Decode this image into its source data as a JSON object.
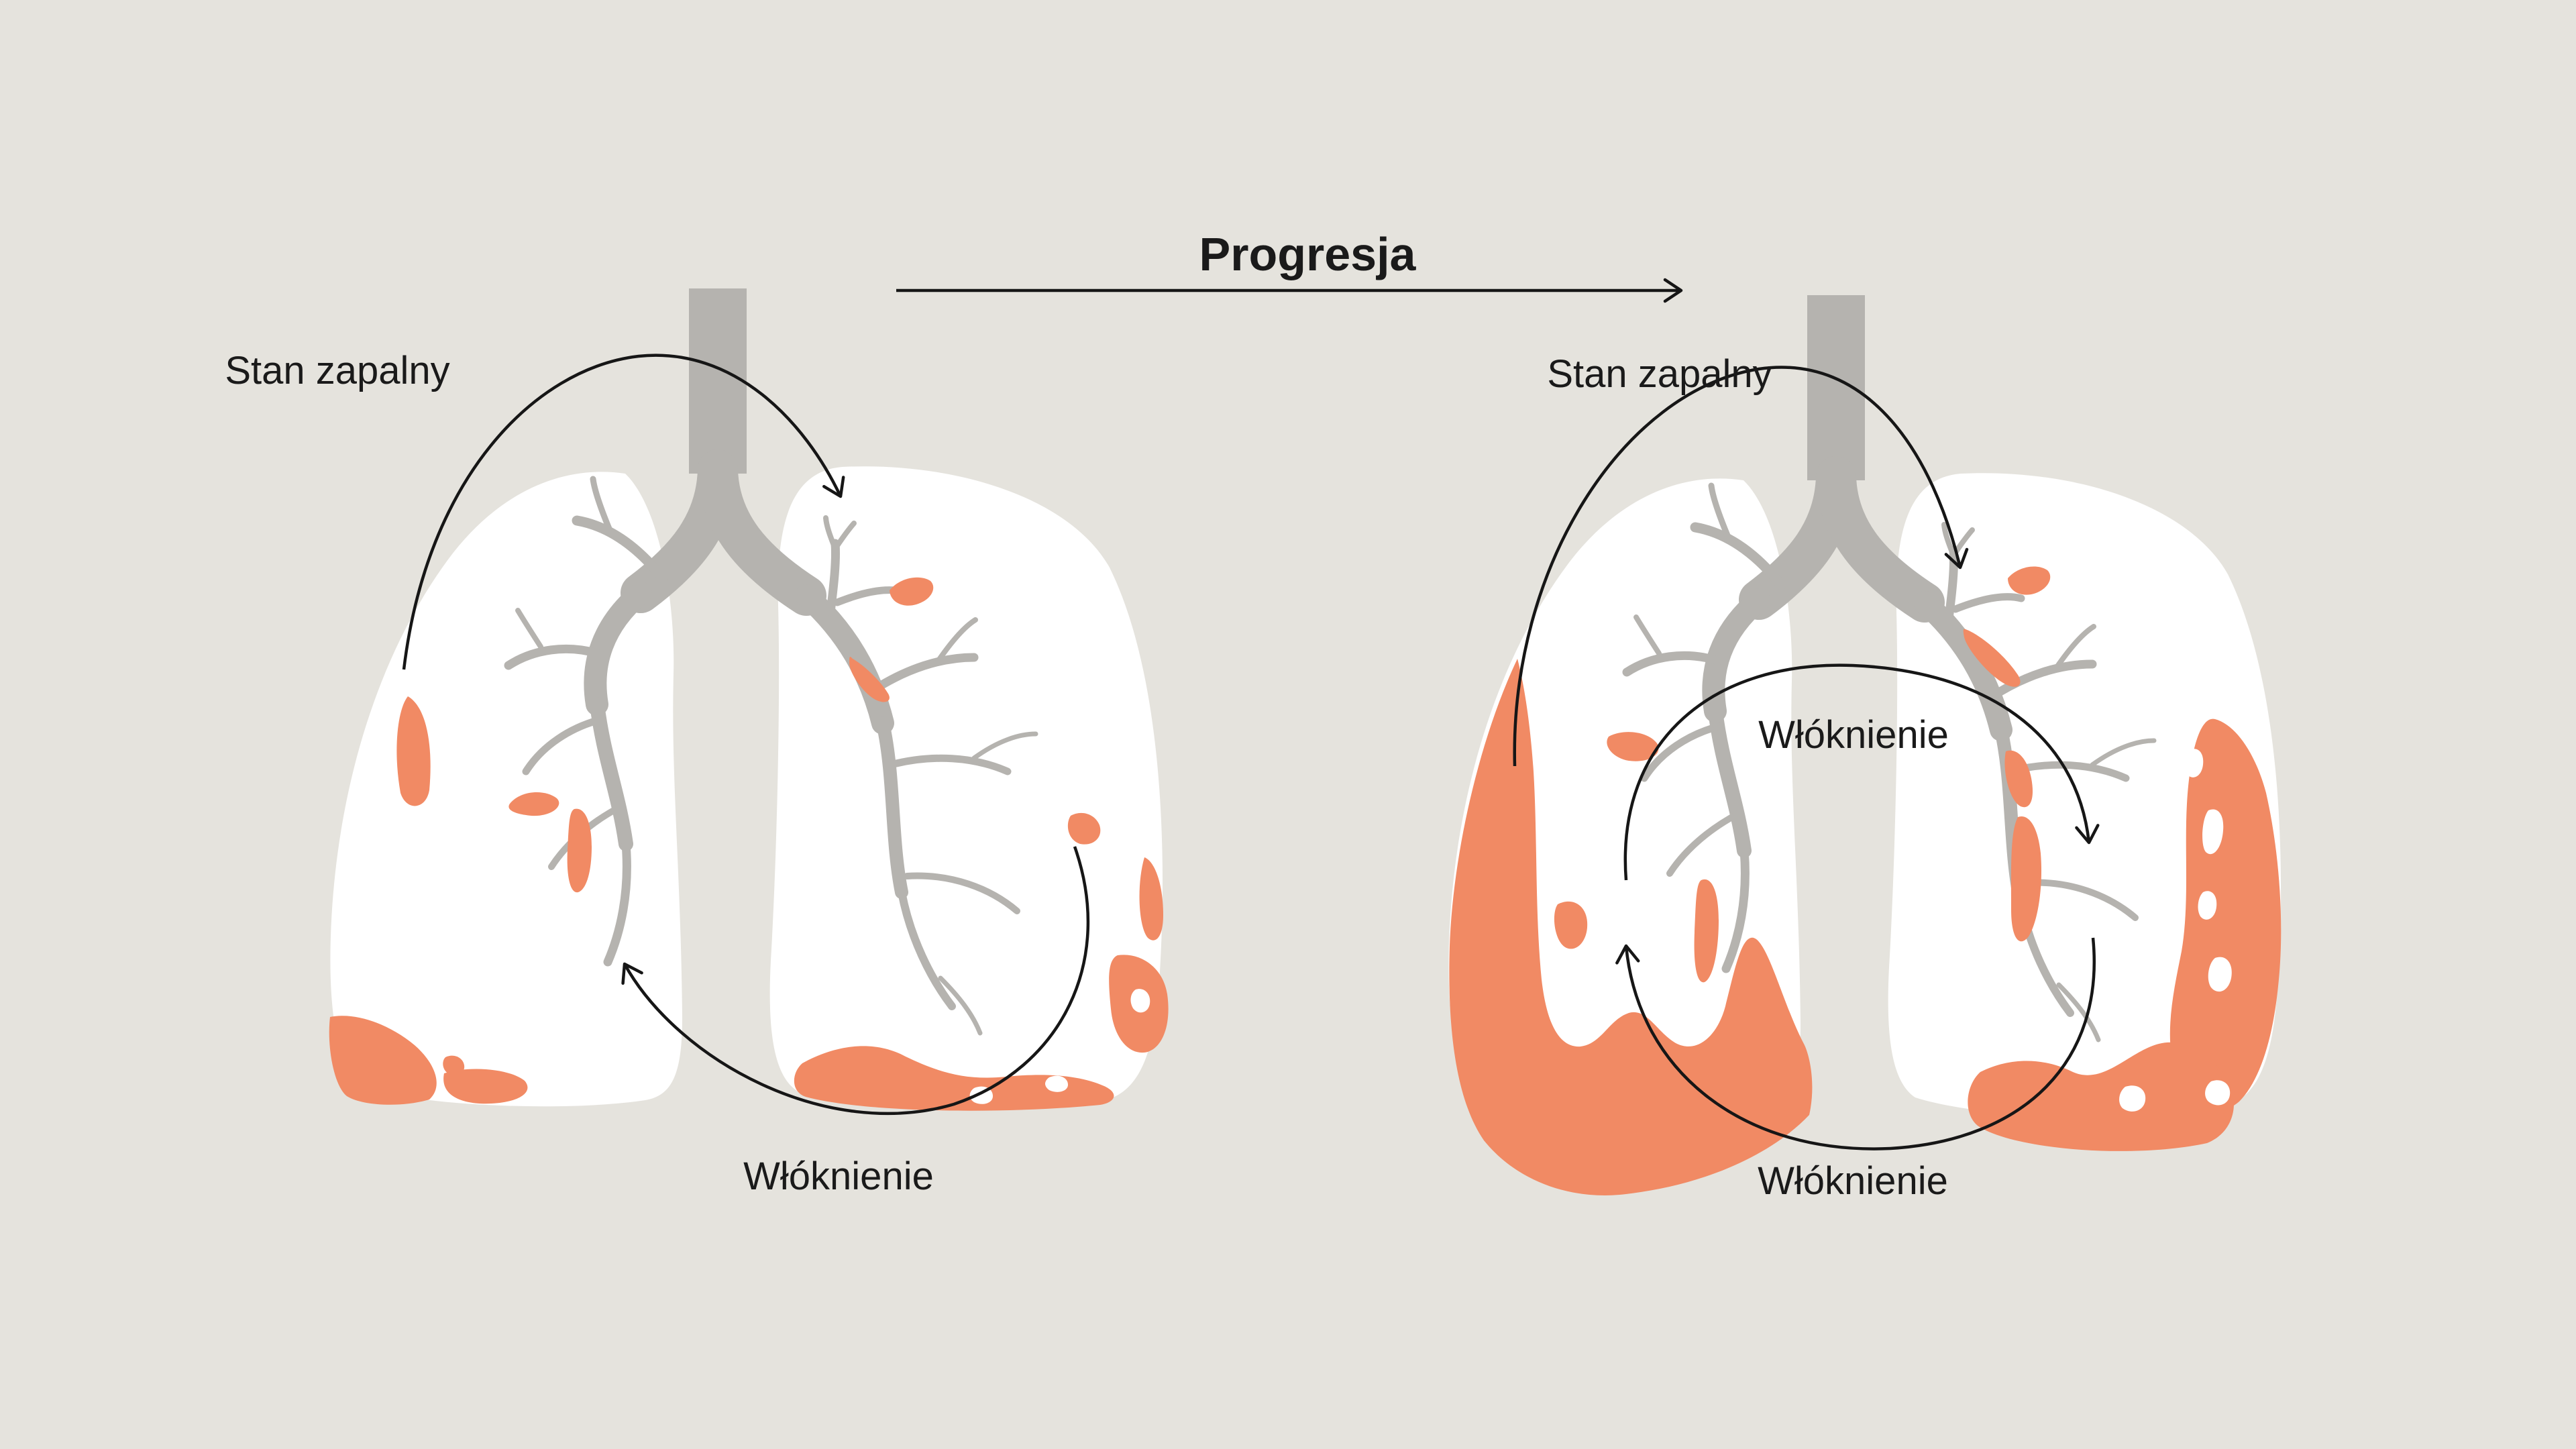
{
  "title": {
    "text": "Progresja"
  },
  "panels": {
    "left": {
      "inflammation_label": "Stan zapalny",
      "fibrosis_label": "Włóknienie"
    },
    "right": {
      "inflammation_label": "Stan zapalny",
      "fibrosis_center_label": "Włóknienie",
      "fibrosis_bottom_label": "Włóknienie"
    }
  },
  "colors": {
    "background": "#e5e3dd",
    "lung": "#ffffff",
    "airways": "#b5b3af",
    "lesion": "#f18a64",
    "annotation": "#161616",
    "text": "#1a1a1a"
  }
}
